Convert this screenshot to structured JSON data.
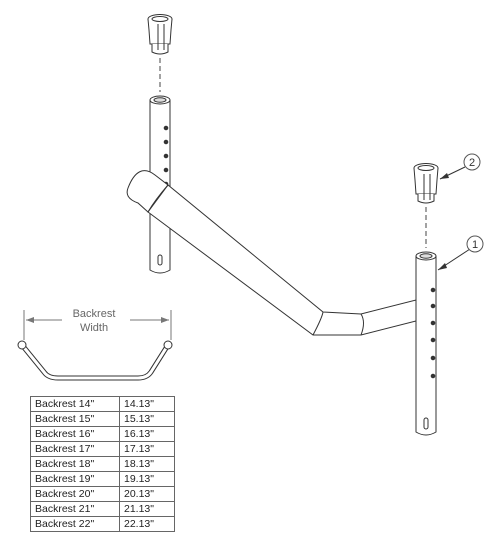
{
  "callouts": [
    "1",
    "2"
  ],
  "backrest_width_label": {
    "line1": "Backrest",
    "line2": "Width"
  },
  "size_table": [
    {
      "backrest": "Backrest 14\"",
      "width": "14.13\""
    },
    {
      "backrest": "Backrest 15\"",
      "width": "15.13\""
    },
    {
      "backrest": "Backrest 16\"",
      "width": "16.13\""
    },
    {
      "backrest": "Backrest 17\"",
      "width": "17.13\""
    },
    {
      "backrest": "Backrest 18\"",
      "width": "18.13\""
    },
    {
      "backrest": "Backrest 19\"",
      "width": "19.13\""
    },
    {
      "backrest": "Backrest 20\"",
      "width": "20.13\""
    },
    {
      "backrest": "Backrest 21\"",
      "width": "21.13\""
    },
    {
      "backrest": "Backrest 22\"",
      "width": "22.13\""
    }
  ]
}
